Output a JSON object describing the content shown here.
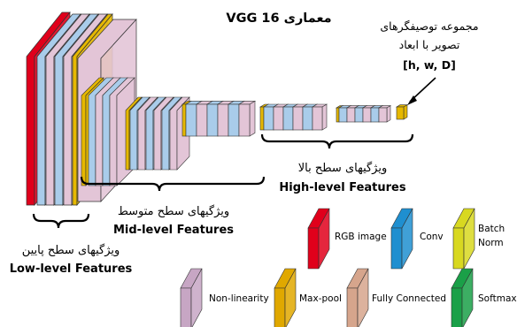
{
  "title": "معماری VGG 16",
  "descriptor": {
    "line1": "مجموعه توصیفگرهای",
    "line2": "تصویر با ابعاد",
    "dims": "[h, w, D]"
  },
  "levels": {
    "high": {
      "fa": "ویژگیهای سطح بالا",
      "en": "High-level Features"
    },
    "mid": {
      "fa": "ویژگیهای سطح متوسط",
      "en": "Mid-level Features"
    },
    "low": {
      "fa": "ویژگیهای سطح پایین",
      "en": "Low-level Features"
    }
  },
  "legend": [
    {
      "label": "RGB image",
      "color": "#e0001b",
      "icon": "red-slab"
    },
    {
      "label": "Conv",
      "color": "#1f8fd0",
      "icon": "blue-slab"
    },
    {
      "label": "Batch",
      "color": "#d8d820",
      "icon": "yellow-slab"
    },
    {
      "label": "Norm",
      "color": "#d8d820",
      "icon": "yellow-slab"
    },
    {
      "label": "Non-linearity",
      "color": "#c7a6c4",
      "icon": "mauve-slab"
    },
    {
      "label": "Max-pool",
      "color": "#e0a800",
      "icon": "orange-slab"
    },
    {
      "label": "Fully Connected",
      "color": "#d6a58c",
      "icon": "tan-slab"
    },
    {
      "label": "Softmax",
      "color": "#1aa048",
      "icon": "green-slab"
    }
  ],
  "colors": {
    "rgb": "#e0001b",
    "conv": "#a9ccea",
    "nonlin": "#e3c5d7",
    "pool": "#e6b800",
    "edge": "#333333"
  }
}
